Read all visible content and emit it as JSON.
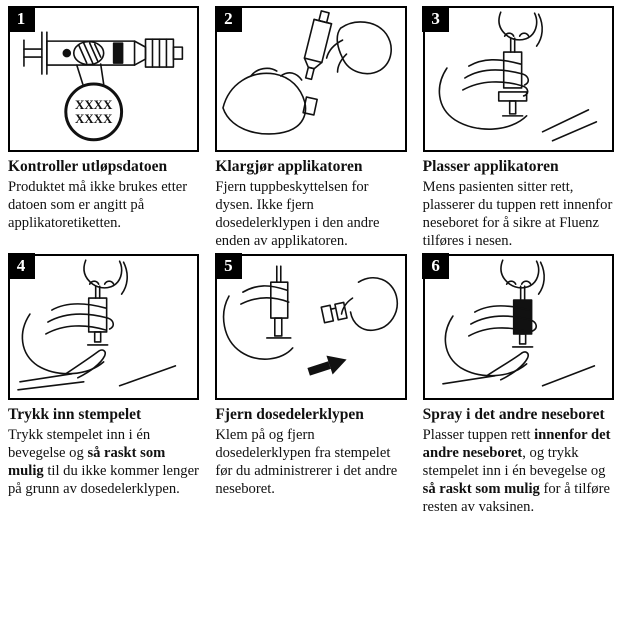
{
  "panels": [
    {
      "number": "1",
      "title": "Kontroller utløpsdatoen",
      "magnifier": [
        "XXXX",
        "XXXX"
      ],
      "body": [
        {
          "text": "Produktet må ikke brukes etter datoen som er angitt på applikatoretiketten.",
          "bold": false
        }
      ]
    },
    {
      "number": "2",
      "title": "Klargjør applikatoren",
      "body": [
        {
          "text": "Fjern tuppbeskyttelsen for dysen. Ikke fjern dosedelerklypen i den andre enden av applikatoren.",
          "bold": false
        }
      ]
    },
    {
      "number": "3",
      "title": "Plasser applikatoren",
      "body": [
        {
          "text": "Mens pasienten sitter rett, plasserer du tuppen rett innenfor neseboret for å sikre at Fluenz tilføres i nesen.",
          "bold": false
        }
      ]
    },
    {
      "number": "4",
      "title": "Trykk inn stempelet",
      "body": [
        {
          "text": "Trykk stempelet inn i én bevegelse og ",
          "bold": false
        },
        {
          "text": "så raskt som mulig",
          "bold": true
        },
        {
          "text": " til du ikke kommer lenger på grunn av dosedelerklypen.",
          "bold": false
        }
      ]
    },
    {
      "number": "5",
      "title": "Fjern dosedelerklypen",
      "body": [
        {
          "text": "Klem på og fjern dosedelerklypen fra stempelet før du administrerer i det andre neseboret.",
          "bold": false
        }
      ]
    },
    {
      "number": "6",
      "title": "Spray i det andre neseboret",
      "body": [
        {
          "text": "Plasser tuppen rett ",
          "bold": false
        },
        {
          "text": "innenfor det andre neseboret",
          "bold": true
        },
        {
          "text": ", og trykk stempelet inn i én bevegelse og ",
          "bold": false
        },
        {
          "text": "så raskt som mulig",
          "bold": true
        },
        {
          "text": " for å tilføre resten av vaksinen.",
          "bold": false
        }
      ]
    }
  ]
}
